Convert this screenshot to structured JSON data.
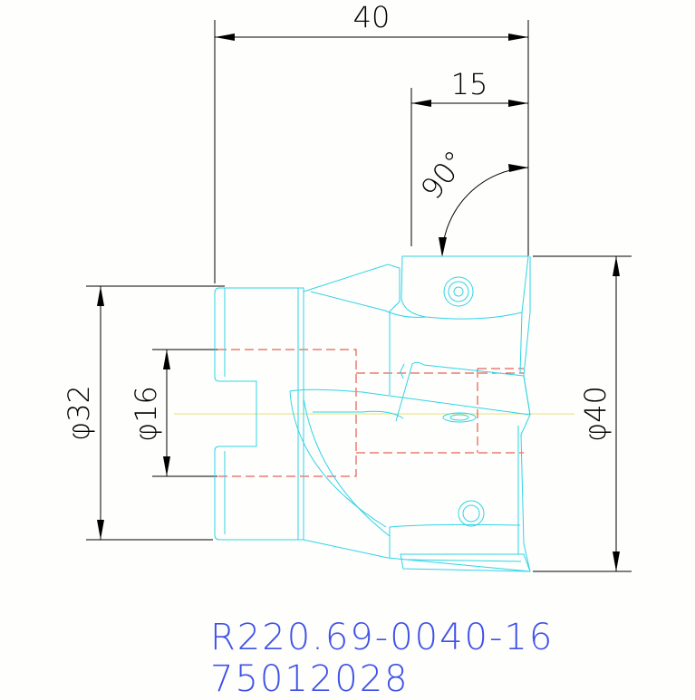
{
  "dimensions": {
    "overall_length": "40",
    "insert_length": "15",
    "angle": "90°",
    "shank_diameter": "φ32",
    "bore_diameter": "φ16",
    "cutting_diameter": "φ40"
  },
  "part_code": "R220.69-0040-16",
  "part_number": "75012028",
  "colors": {
    "outline": "#2fd4e6",
    "hidden_lines": "#e23b2b",
    "center_line": "#e8e070",
    "dimension_lines": "#000000",
    "code_text": "#3d51e8"
  }
}
